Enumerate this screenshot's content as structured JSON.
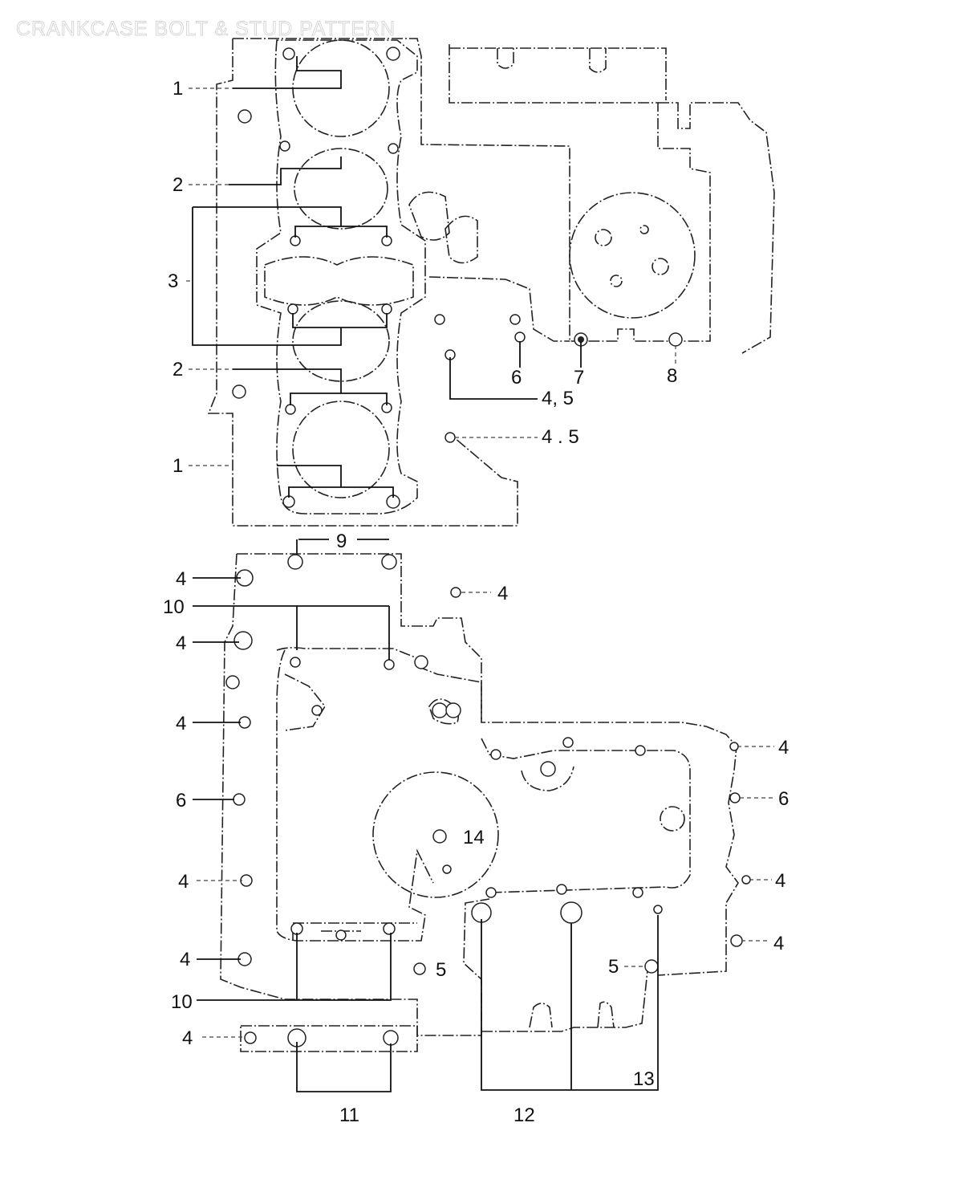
{
  "title": "CRANKCASE BOLT & STUD PATTERN",
  "callouts": {
    "top": [
      "1",
      "2",
      "3",
      "2",
      "1",
      "6",
      "7",
      "8",
      "4, 5",
      "4 . 5",
      "9"
    ],
    "bottom": [
      "4",
      "10",
      "4",
      "4",
      "4",
      "6",
      "4",
      "4",
      "10",
      "4",
      "5",
      "14",
      "4",
      "6",
      "4",
      "4",
      "5",
      "13",
      "11",
      "12"
    ]
  }
}
